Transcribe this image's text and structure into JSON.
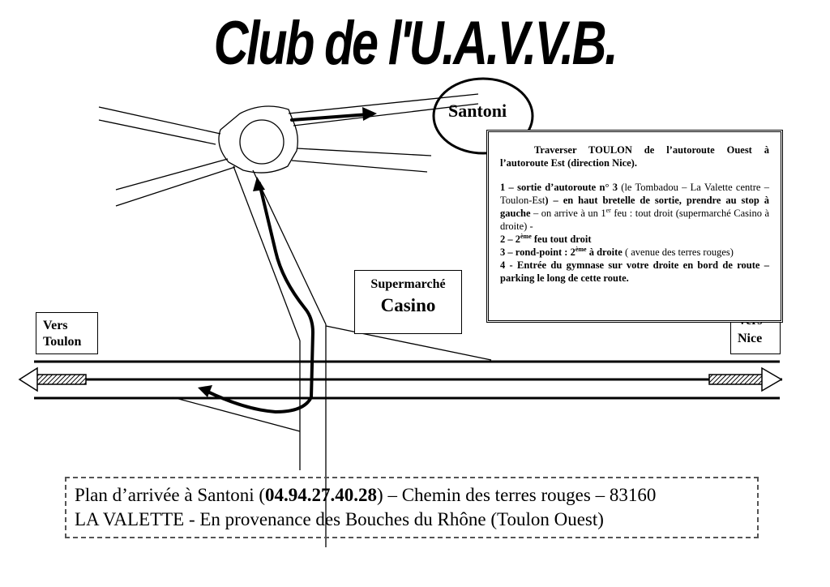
{
  "title": "Club de l'U.A.V.V.B.",
  "places": {
    "santoni": "Santoni",
    "supermarche_line1": "Supermarché",
    "supermarche_line2": "Casino",
    "vers_toulon_line1": "Vers",
    "vers_toulon_line2": "Toulon",
    "vers_nice_line1": "Vers",
    "vers_nice_line2": "Nice"
  },
  "instructions": {
    "intro": "Traverser TOULON de l’autoroute Ouest à l’autoroute Est (direction Nice).",
    "step1_a": "1 – sortie d’autoroute n° 3",
    "step1_b": " (le Tombadou – La Valette centre – Toulon-Est",
    "step1_c": ") – en haut bretelle de sortie, prendre au stop à gauche",
    "step1_d": " – on arrive à un 1",
    "step1_sup": "er",
    "step1_e": " feu : tout droit (supermarché Casino à droite) -",
    "step2_a": "2 – 2",
    "step2_sup": "ème",
    "step2_b": " feu tout droit",
    "step3_a": "3 – rond-point : 2",
    "step3_sup": "ème",
    "step3_b": " à droite",
    "step3_c": "   ( avenue des terres rouges)",
    "step4": "4 - Entrée du gymnase sur votre droite en bord de route – parking le long de cette route."
  },
  "footer": {
    "line1_a": "Plan d’arrivée à Santoni (",
    "phone": "04.94.27.40.28",
    "line1_b": ") – Chemin des terres rouges – 83160",
    "line2": "LA VALETTE - En provenance des Bouches du Rhône (Toulon Ouest)"
  }
}
